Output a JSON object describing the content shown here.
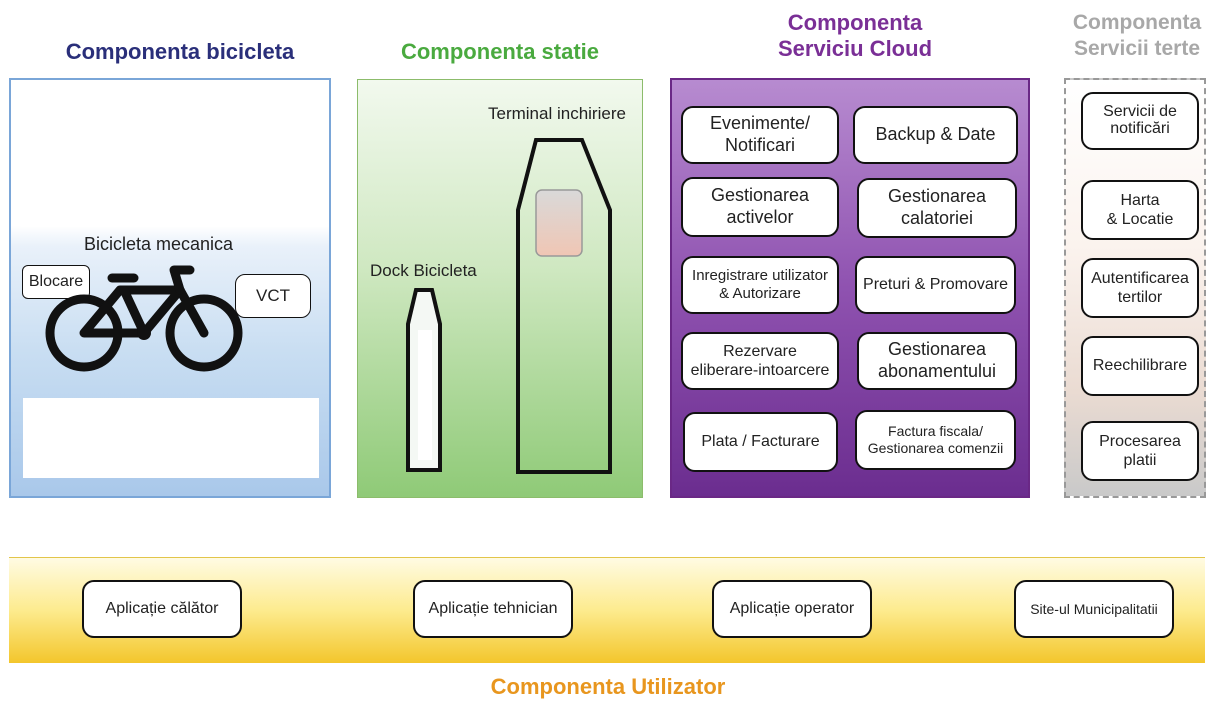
{
  "bicycle": {
    "title": "Componenta bicicleta",
    "label": "Bicicleta mecanica",
    "lock": "Blocare",
    "vct": "VCT",
    "color": "#2a2f7a"
  },
  "station": {
    "title": "Componenta statie",
    "terminal": "Terminal inchiriere",
    "dock": "Dock Bicicleta",
    "color": "#4aaa3f"
  },
  "cloud": {
    "title": "Componenta\nServiciu Cloud",
    "color": "#7a2f96",
    "items": [
      "Evenimente/\nNotificari",
      "Backup & Date",
      "Gestionarea\nactivelor",
      "Gestionarea\ncalatoriei",
      "Inregistrare utilizator\n& Autorizare",
      "Preturi & Promovare",
      "Rezervare\neliberare-intoarcere",
      "Gestionarea\nabonamentului",
      "Plata / Facturare",
      "Factura fiscala/\nGestionarea comenzii"
    ]
  },
  "third": {
    "title": "Componenta\nServicii terte",
    "color": "#a8a8a8",
    "items": [
      "Servicii de\nnotificări",
      "Harta\n& Locatie",
      "Autentificarea\ntertilor",
      "Reechilibrare",
      "Procesarea\nplatii"
    ]
  },
  "user": {
    "title": "Componenta Utilizator",
    "color": "#e8961e",
    "apps": [
      "Aplicație călător",
      "Aplicație tehnician",
      "Aplicație operator",
      "Site-ul  Municipalitatii"
    ]
  }
}
